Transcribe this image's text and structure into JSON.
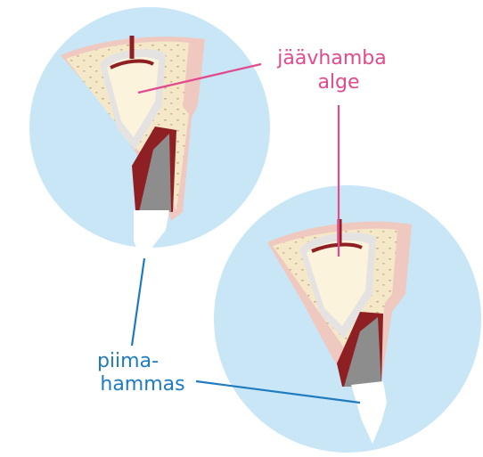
{
  "labels": {
    "permanent_tooth_bud": [
      "jäävhamba",
      "alge"
    ],
    "primary_tooth": [
      "piima-",
      "hammas"
    ]
  },
  "colors": {
    "circle_fill": "#c9e6f7",
    "bone": "#f4e8c8",
    "gum": "#efc9c0",
    "bud_ring": "#e5e3e2",
    "bud_core": "#fbf3dc",
    "pulp_red": "#8e1f22",
    "root_gray": "#8d8d8d",
    "crown_white": "#ffffff",
    "pink_label": "#e14a8d",
    "blue_label": "#1f7bc0"
  }
}
